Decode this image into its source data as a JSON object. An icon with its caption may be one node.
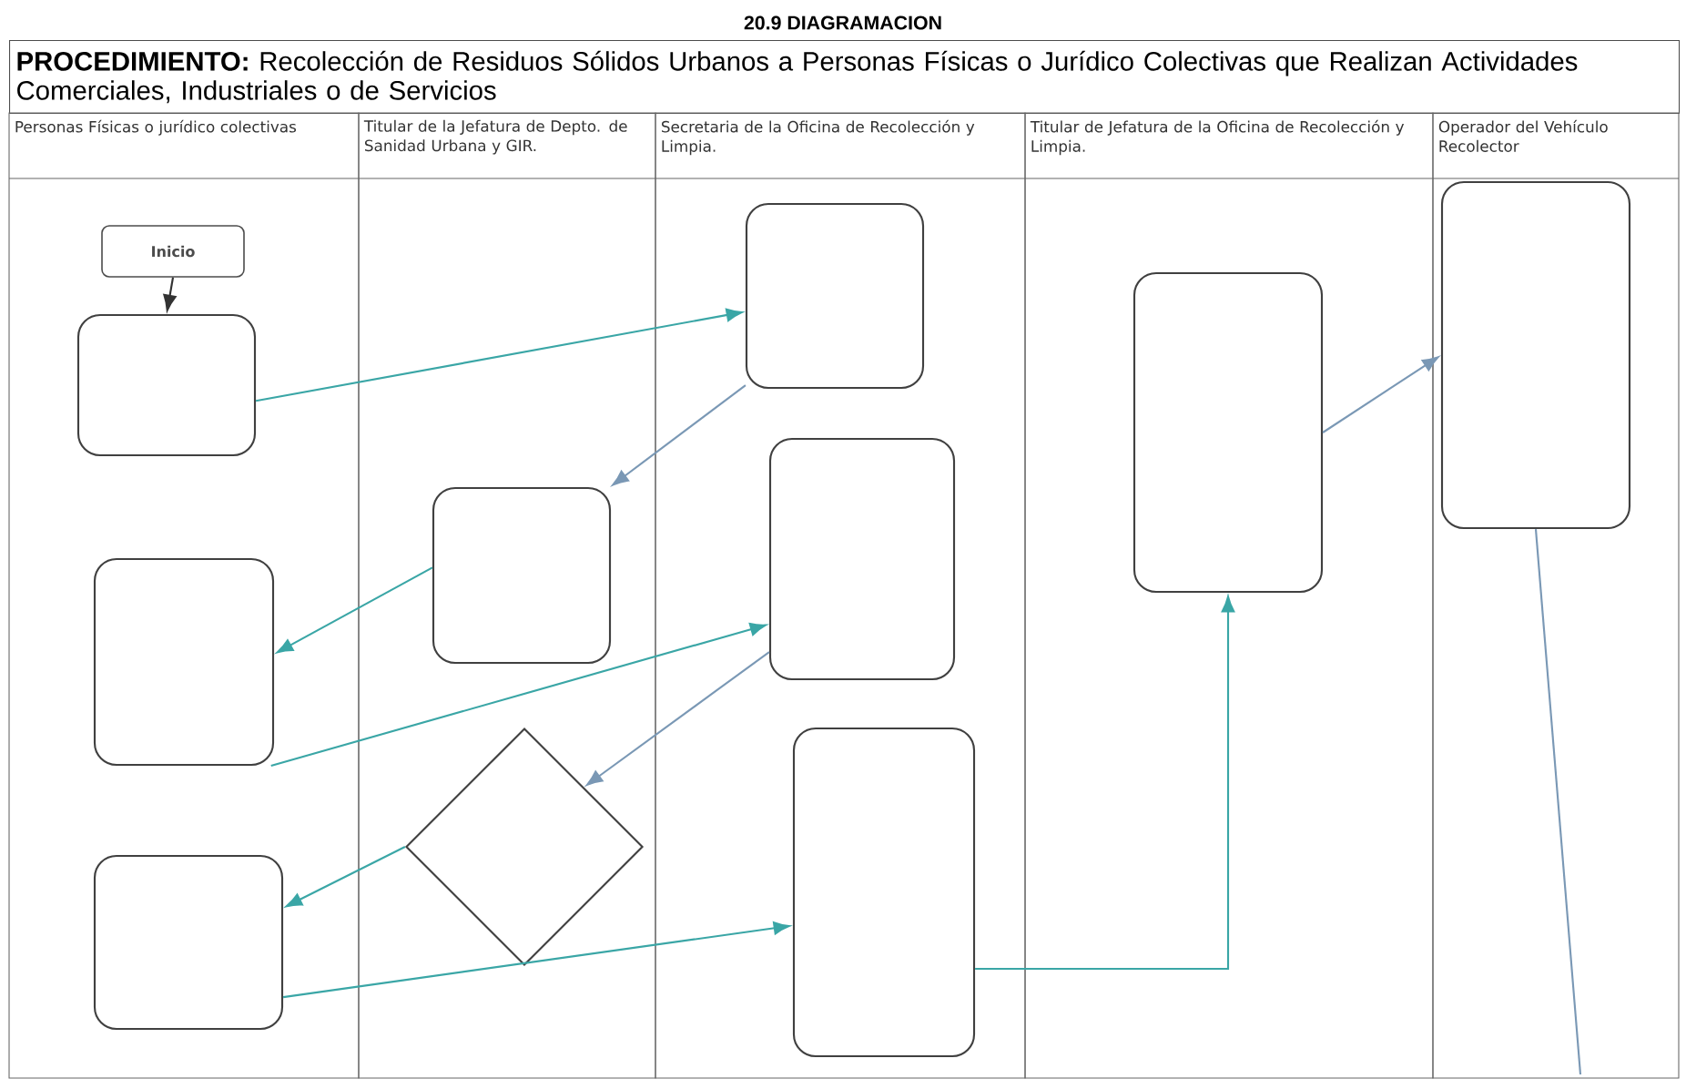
{
  "diagram": {
    "title": "20.9 DIAGRAMACION",
    "nodes": [
      {
        "text": [
          "Personas Físicas o jurídico colectivas"
        ]
      },
      {
        "text": [
          "Titular de la Jefatura de Depto. de Sanidad Urbana y GIR."
        ]
      },
      {
        "text": [
          "Secretaria de la Oficina de Recolección y Limpia."
        ]
      },
      {
        "text": [
          "Titular de Jefatura de la Oficina de Recolección y Limpia."
        ]
      },
      {
        "text": [
          "Operador del Vehículo Recolector"
        ]
      },
      {
        "text": [
          "Inicio"
        ],
        "in": 0
      },
      {
        "text": [],
        "shape": "box",
        "in": 0
      },
      {
        "text": [],
        "shape": "box",
        "in": 0
      },
      {
        "text": [],
        "shape": "box",
        "in": 0
      },
      {
        "text": [],
        "shape": "box",
        "in": 1
      },
      {
        "text": [],
        "shape": "diamond",
        "in": 1
      },
      {
        "text": [],
        "shape": "box",
        "in": 2
      },
      {
        "text": [],
        "shape": "box",
        "in": 2
      },
      {
        "text": [],
        "shape": "box",
        "in": 2
      },
      {
        "text": [],
        "shape": "box",
        "in": 3
      },
      {
        "text": [],
        "shape": "box",
        "in": 4
      }
    ],
    "edges": [
      {
        "from": 5,
        "to": 6,
        "arrow": "to",
        "color": "#333333"
      },
      {
        "from": 6,
        "to": 11,
        "arrow": "to"
      },
      {
        "from": 11,
        "to": 9,
        "arrow": "to",
        "color": "#7a98b5"
      },
      {
        "from": 9,
        "to": 7,
        "arrow": "to"
      },
      {
        "from": 7,
        "to": 12,
        "arrow": "to"
      },
      {
        "from": 12,
        "to": 10,
        "arrow": "to",
        "color": "#7a98b5"
      },
      {
        "from": 10,
        "to": 8,
        "arrow": "to"
      },
      {
        "from": 8,
        "to": 13,
        "arrow": "to"
      },
      {
        "from": 13,
        "to": 14,
        "arrow": "to"
      },
      {
        "from": 14,
        "to": 15,
        "arrow": "to",
        "color": "#7a98b5"
      },
      {
        "from": 15,
        "to": null,
        "arrow": "none",
        "color": "#7a98b5"
      }
    ],
    "labels": [
      "**PROCEDIMIENTO:** Recolección de Residuos Sólidos Urbanos a Personas Físicas o Jurídico Colectivas que Realizan Actividades Comerciales, Industriales o de Servicios"
    ]
  }
}
